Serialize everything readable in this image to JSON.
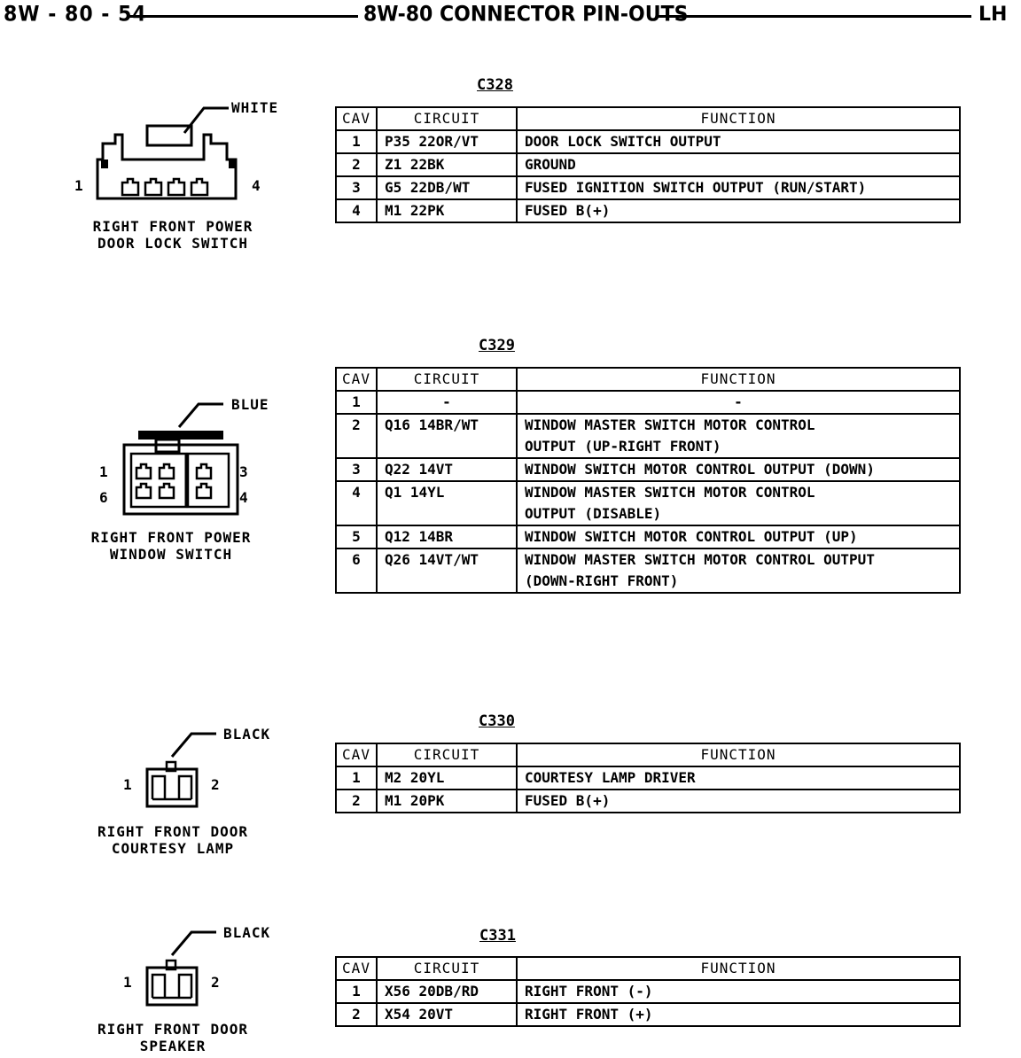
{
  "header": {
    "page_number": "8W - 80 - 54",
    "title": "8W-80 CONNECTOR PIN-OUTS",
    "model_code": "LH"
  },
  "columns": {
    "cav": "CAV",
    "circuit": "CIRCUIT",
    "function": "FUNCTION"
  },
  "connectors": [
    {
      "id": "C328",
      "color": "WHITE",
      "label_line1": "RIGHT FRONT POWER",
      "label_line2": "DOOR LOCK SWITCH",
      "pin_left": "1",
      "pin_right": "4",
      "rows": [
        {
          "cav": "1",
          "circuit": "P35 22OR/VT",
          "function": "DOOR LOCK SWITCH OUTPUT"
        },
        {
          "cav": "2",
          "circuit": "Z1 22BK",
          "function": "GROUND"
        },
        {
          "cav": "3",
          "circuit": "G5 22DB/WT",
          "function": "FUSED IGNITION SWITCH OUTPUT (RUN/START)"
        },
        {
          "cav": "4",
          "circuit": "M1 22PK",
          "function": "FUSED B(+)"
        }
      ]
    },
    {
      "id": "C329",
      "color": "BLUE",
      "label_line1": "RIGHT FRONT POWER",
      "label_line2": "WINDOW SWITCH",
      "pin_top_left": "1",
      "pin_bottom_left": "6",
      "pin_top_right": "3",
      "pin_bottom_right": "4",
      "rows": [
        {
          "cav": "1",
          "circuit": "-",
          "function": "-"
        },
        {
          "cav": "2",
          "circuit": "Q16 14BR/WT",
          "function": "WINDOW MASTER SWITCH MOTOR CONTROL\nOUTPUT (UP-RIGHT FRONT)"
        },
        {
          "cav": "3",
          "circuit": "Q22 14VT",
          "function": "WINDOW SWITCH MOTOR CONTROL OUTPUT (DOWN)"
        },
        {
          "cav": "4",
          "circuit": "Q1 14YL",
          "function": "WINDOW MASTER SWITCH MOTOR CONTROL\nOUTPUT (DISABLE)"
        },
        {
          "cav": "5",
          "circuit": "Q12 14BR",
          "function": "WINDOW SWITCH MOTOR CONTROL OUTPUT (UP)"
        },
        {
          "cav": "6",
          "circuit": "Q26 14VT/WT",
          "function": "WINDOW MASTER SWITCH MOTOR CONTROL OUTPUT\n(DOWN-RIGHT FRONT)"
        }
      ]
    },
    {
      "id": "C330",
      "color": "BLACK",
      "label_line1": "RIGHT FRONT DOOR",
      "label_line2": "COURTESY LAMP",
      "pin_left": "1",
      "pin_right": "2",
      "rows": [
        {
          "cav": "1",
          "circuit": "M2 20YL",
          "function": "COURTESY LAMP DRIVER"
        },
        {
          "cav": "2",
          "circuit": "M1 20PK",
          "function": "FUSED B(+)"
        }
      ]
    },
    {
      "id": "C331",
      "color": "BLACK",
      "label_line1": "RIGHT FRONT DOOR",
      "label_line2": "SPEAKER",
      "pin_left": "1",
      "pin_right": "2",
      "rows": [
        {
          "cav": "1",
          "circuit": "X56 20DB/RD",
          "function": "RIGHT FRONT (-)"
        },
        {
          "cav": "2",
          "circuit": "X54 20VT",
          "function": "RIGHT FRONT (+)"
        }
      ]
    }
  ]
}
